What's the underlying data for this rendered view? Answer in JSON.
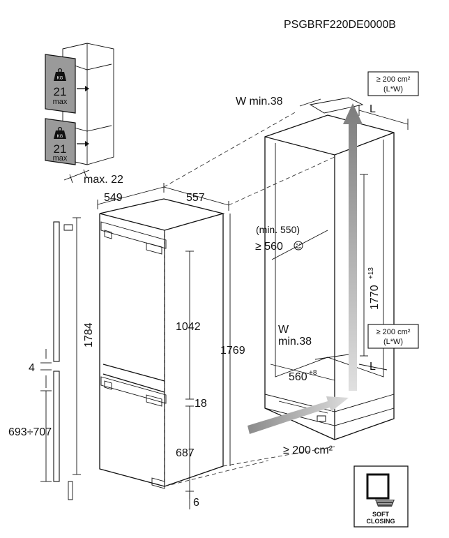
{
  "model_code": "PSGBRF220DE0000B",
  "door_load": {
    "kg_badge": "KG",
    "value": "21",
    "unit": "max"
  },
  "max_offset_label": "max. 22",
  "appliance": {
    "depth_label": "549",
    "width_label": "557",
    "total_height_label": "1784",
    "body_height_label": "1769",
    "upper_height_label": "1042",
    "gap_label": "18",
    "lower_height_label": "687",
    "bottom_label": "6"
  },
  "door_strip": {
    "gap_label": "4",
    "range_label": "693÷707"
  },
  "niche": {
    "w_min_top": "W min.38",
    "l_top": "L",
    "vent_top_line1": "≥ 200 cm²",
    "vent_top_line2": "(L*W)",
    "min_depth_line1": "(min. 550)",
    "min_depth_line2": "≥ 560",
    "height_label": "1770",
    "height_tol": "+13",
    "w_bottom_line1": "W",
    "w_bottom_line2": "min.38",
    "vent_mid_line1": "≥ 200 cm²",
    "vent_mid_line2": "(L*W)",
    "l_bottom": "L",
    "width_label": "560",
    "width_tol": "+8",
    "vent_bottom": "≥ 200 cm²"
  },
  "soft_closing": {
    "line1": "SOFT",
    "line2": "CLOSING"
  }
}
